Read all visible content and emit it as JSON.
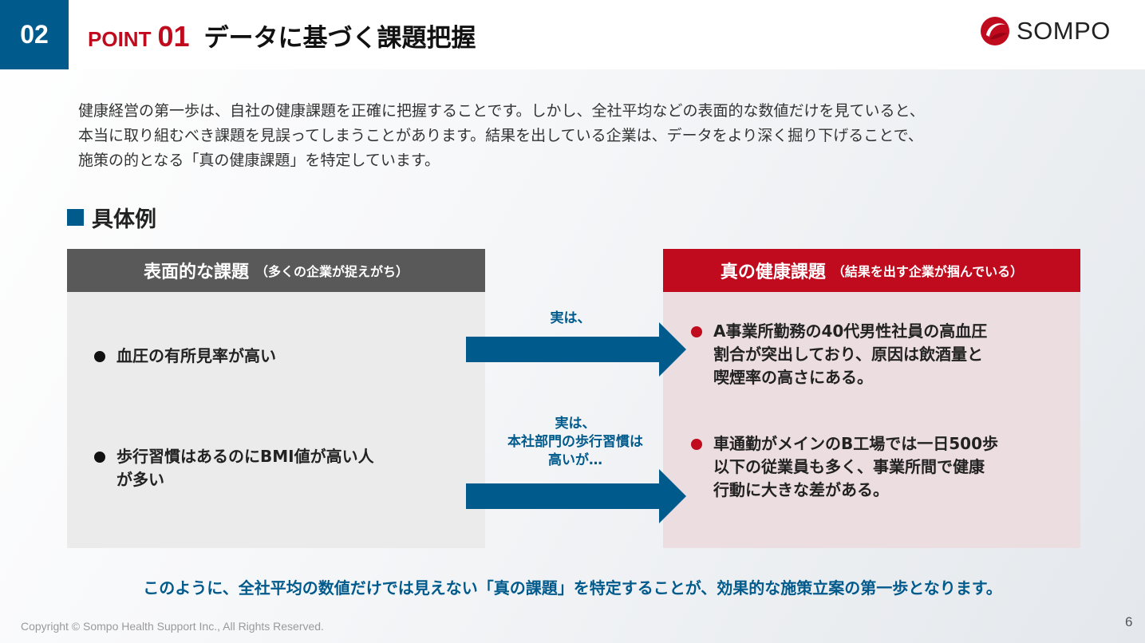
{
  "header": {
    "section_number": "02",
    "point_label": "POINT",
    "point_number": "01",
    "title": "データに基づく課題把握",
    "logo_text": "SOMPO"
  },
  "intro": {
    "lines": [
      "健康経営の第一歩は、自社の健康課題を正確に把握することです。しかし、全社平均などの表面的な数値だけを見ていると、",
      "本当に取り組むべき課題を見誤ってしまうことがあります。結果を出している企業は、データをより深く掘り下げることで、",
      "施策の的となる「真の健康課題」を特定しています。"
    ]
  },
  "example": {
    "title": "具体例"
  },
  "left_column": {
    "title": "表面的な課題",
    "subtitle": "（多くの企業が捉えがち）",
    "items": [
      {
        "lines": [
          "血圧の有所見率が高い"
        ]
      },
      {
        "lines": [
          "歩行習慣はあるのにBMI値が高い人",
          "が多い"
        ]
      }
    ]
  },
  "right_column": {
    "title": "真の健康課題",
    "subtitle": "（結果を出す企業が掴んでいる）",
    "items": [
      {
        "lines": [
          "A事業所勤務の40代男性社員の高血圧",
          "割合が突出しており、原因は飲酒量と",
          "喫煙率の高さにある。"
        ]
      },
      {
        "lines": [
          "車通勤がメインのB工場では一日500歩",
          "以下の従業員も多く、事業所間で健康",
          "行動に大きな差がある。"
        ]
      }
    ]
  },
  "arrows": [
    {
      "lines": [
        "実は、"
      ]
    },
    {
      "lines": [
        "実は、",
        "本社部門の歩行習慣は",
        "高いが…"
      ]
    }
  ],
  "conclusion": "このように、全社平均の数値だけでは見えない「真の課題」を特定することが、効果的な施策立案の第一歩となります。",
  "footer": {
    "copyright": "Copyright © Sompo Health Support Inc., All Rights Reserved.",
    "page_number": "6"
  },
  "colors": {
    "brand_blue": "#005a8c",
    "brand_red": "#c00a1e",
    "header_gray": "#595959"
  }
}
